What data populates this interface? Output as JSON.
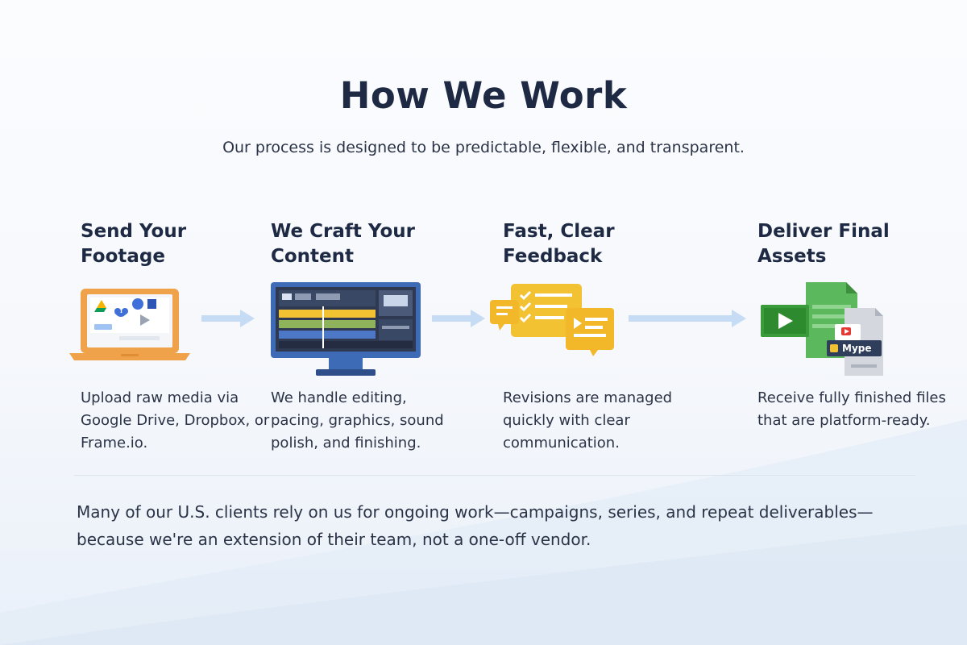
{
  "header": {
    "title": "How We Work",
    "subtitle": "Our process is designed to be predictable, flexible, and transparent."
  },
  "steps": [
    {
      "title": "Send Your Footage",
      "description": "Upload raw media via Google Drive, Dropbox, or Frame.io.",
      "icon": "laptop-upload-icon"
    },
    {
      "title": "We Craft Your Content",
      "description": "We handle editing, pacing, graphics, sound polish, and finishing.",
      "icon": "monitor-editing-icon"
    },
    {
      "title": "Fast, Clear Feedback",
      "description": "Revisions are managed quickly with clear communication.",
      "icon": "feedback-chat-icon"
    },
    {
      "title": "Deliver Final Assets",
      "description": "Receive fully finished files that are platform-ready.",
      "icon": "files-delivery-icon",
      "icon_badge_text": "Mype"
    }
  ],
  "footer": {
    "text": "Many of our U.S. clients rely on us for ongoing work—campaigns, series, and repeat deliverables—because we're an extension of their team, not a one-off vendor."
  },
  "colors": {
    "laptop_orange": "#f0a24a",
    "monitor_blue": "#3e6bb5",
    "feedback_yellow": "#f2c232",
    "files_green": "#4caf50",
    "arrow_blue": "#c6dcf5"
  }
}
